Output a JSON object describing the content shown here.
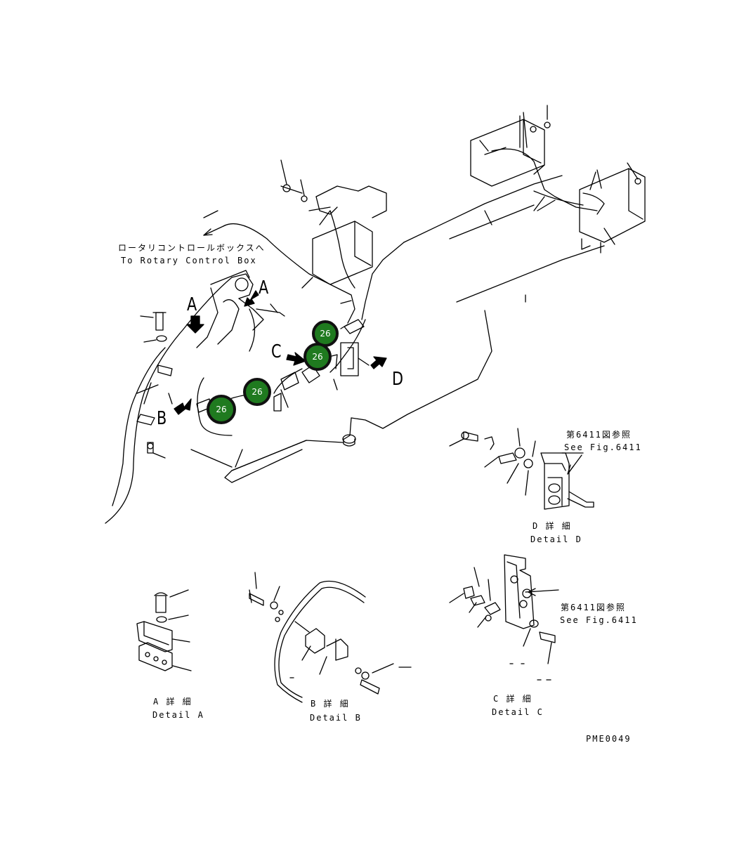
{
  "labels": {
    "rotary_jp": "ロータリコントロールボックスへ",
    "rotary_en": "To Rotary Control Box",
    "see_fig_jp_1": "第6411図参照",
    "see_fig_en_1": "See Fig.6411",
    "see_fig_jp_2": "第6411図参照",
    "see_fig_en_2": "See Fig.6411",
    "detail_d_jp": "D 詳 細",
    "detail_d_en": "Detail D",
    "detail_a_jp": "A 詳 細",
    "detail_a_en": "Detail A",
    "detail_b_jp": "B 詳 細",
    "detail_b_en": "Detail B",
    "detail_c_jp": "C 詳 細",
    "detail_c_en": "Detail C",
    "drawing_code": "PME0049"
  },
  "view_letters": {
    "a_upper": "A",
    "a_left": "A",
    "b": "B",
    "c": "C",
    "d": "D"
  },
  "callouts": {
    "c1": "26",
    "c2": "26",
    "c3": "26",
    "c4": "26"
  },
  "colors": {
    "callout_fill": "#1f7a1f",
    "callout_border": "#111111",
    "line": "#000000"
  }
}
